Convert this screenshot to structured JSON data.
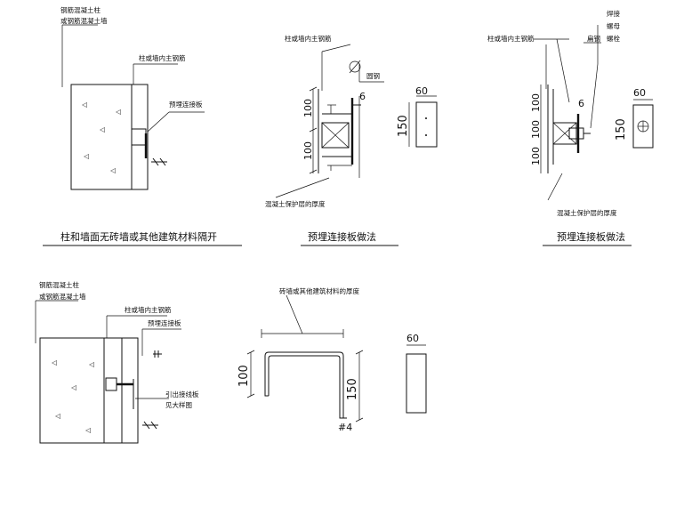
{
  "detail1": {
    "label_wall": "钢筋混凝土柱",
    "label_wall2": "或钢筋混凝土墙",
    "label_rebar": "柱或墙内主钢筋",
    "label_plate": "预埋连接板",
    "caption": "柱和墙面无砖墙或其他建筑材料隔开"
  },
  "detail2": {
    "label_rebar": "柱或墙内主钢筋",
    "label_round": "圆钢",
    "dim_top": "100",
    "dim_bottom": "100",
    "dim_height": "150",
    "dim_width": "60",
    "dim_thickness": "6",
    "label_cover": "混凝土保护层的厚度",
    "caption": "预埋连接板做法"
  },
  "detail3": {
    "label_rebar": "柱或墙内主钢筋",
    "label_flat": "扁钢",
    "label_bolt1": "焊接",
    "label_bolt2": "螺母",
    "label_bolt3": "螺栓",
    "dim_1": "100",
    "dim_2": "100",
    "dim_3": "100",
    "dim_height": "150",
    "dim_width": "60",
    "dim_thickness": "6",
    "label_cover": "混凝土保护层的厚度",
    "caption": "预埋连接板做法"
  },
  "detail4": {
    "label_wall1": "钢筋混凝土柱",
    "label_wall2": "或钢筋混凝土墙",
    "label_rebar": "柱或墙内主钢筋",
    "label_plate": "预埋连接板",
    "label_lead1": "引出接线板",
    "label_lead2": "见大样图"
  },
  "detail5": {
    "label_thickness": "砖墙或其他建筑材料的厚度",
    "dim_left": "100",
    "dim_right": "150",
    "dim_width": "60",
    "dim_thickness": "4"
  }
}
